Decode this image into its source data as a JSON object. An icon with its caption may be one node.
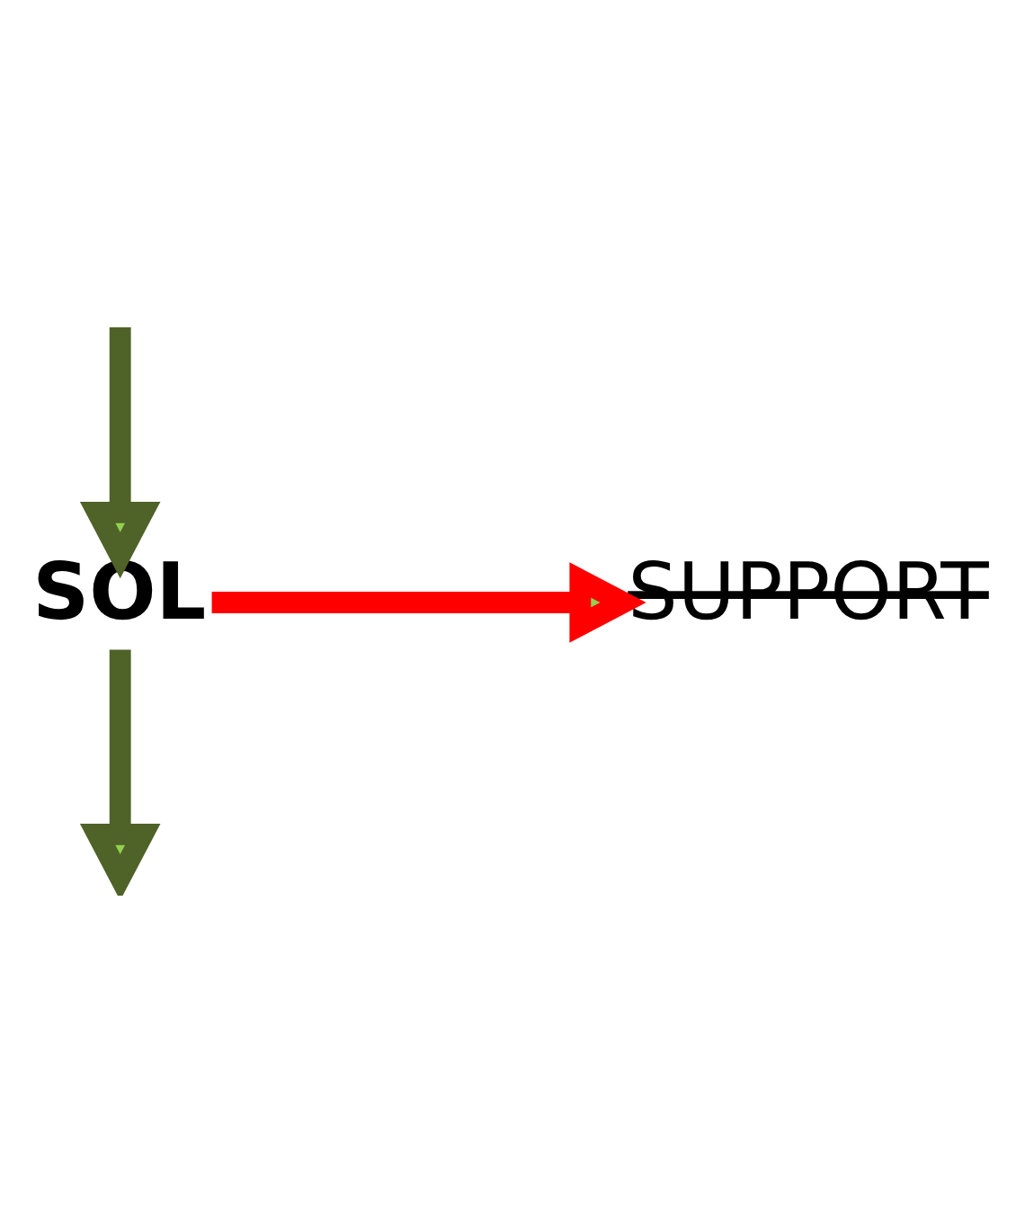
{
  "diagram": {
    "nodes": [
      {
        "text": [
          "SOL"
        ]
      },
      {
        "text": [
          "SUPPORT"
        ]
      }
    ],
    "edges": [
      {
        "from": null,
        "to": 0,
        "arrow": "to"
      },
      {
        "from": 0,
        "to": null,
        "arrow": "to"
      },
      {
        "from": 0,
        "to": 1,
        "arrow": "to",
        "color": "#ff0000"
      }
    ]
  }
}
